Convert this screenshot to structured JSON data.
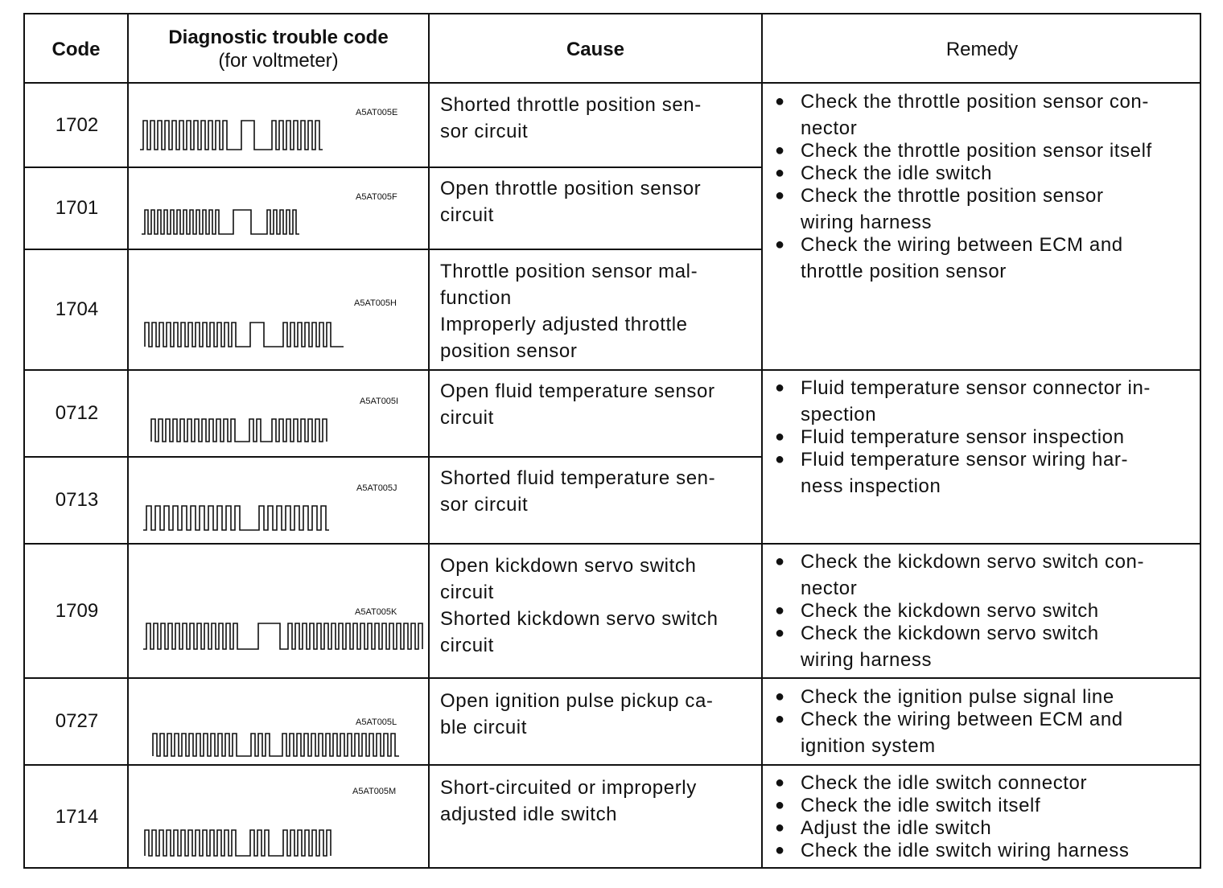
{
  "headers": {
    "code": "Code",
    "dtc_line1": "Diagnostic trouble code",
    "dtc_line2": "(for voltmeter)",
    "cause": "Cause",
    "remedy": "Remedy"
  },
  "rows": [
    {
      "code": "1702",
      "figure_id": "A5AT005E",
      "cause": [
        "Shorted throttle position sen-",
        "sor circuit"
      ]
    },
    {
      "code": "1701",
      "figure_id": "A5AT005F",
      "cause": [
        "Open throttle position sensor",
        "circuit"
      ]
    },
    {
      "code": "1704",
      "figure_id": "A5AT005H",
      "cause": [
        "Throttle position sensor mal-",
        "function",
        "Improperly adjusted throttle",
        "position sensor"
      ]
    },
    {
      "code": "0712",
      "figure_id": "A5AT005I",
      "cause": [
        "Open fluid temperature sensor",
        "circuit"
      ]
    },
    {
      "code": "0713",
      "figure_id": "A5AT005J",
      "cause": [
        "Shorted fluid temperature sen-",
        "sor circuit"
      ]
    },
    {
      "code": "1709",
      "figure_id": "A5AT005K",
      "cause": [
        "Open kickdown servo switch",
        "circuit",
        "Shorted kickdown servo switch",
        "circuit"
      ]
    },
    {
      "code": "0727",
      "figure_id": "A5AT005L",
      "cause": [
        "Open ignition pulse pickup ca-",
        "ble circuit"
      ]
    },
    {
      "code": "1714",
      "figure_id": "A5AT005M",
      "cause": [
        "Short-circuited or improperly",
        "adjusted idle switch"
      ]
    }
  ],
  "remedies": [
    {
      "items": [
        [
          "Check the throttle position sensor con-",
          "nector"
        ],
        [
          "Check the throttle position sensor itself"
        ],
        [
          "Check the idle switch"
        ],
        [
          "Check the throttle position sensor",
          "wiring harness"
        ],
        [
          "Check the wiring between ECM and",
          "throttle position sensor"
        ]
      ]
    },
    {
      "items": [
        [
          "Fluid temperature sensor connector in-",
          "spection"
        ],
        [
          "Fluid temperature sensor inspection"
        ],
        [
          "Fluid temperature sensor wiring har-",
          "ness inspection"
        ]
      ]
    },
    {
      "items": [
        [
          "Check the kickdown servo switch con-",
          "nector"
        ],
        [
          "Check the kickdown servo switch"
        ],
        [
          "Check the kickdown servo switch",
          "wiring harness"
        ]
      ]
    },
    {
      "items": [
        [
          "Check the ignition pulse signal line"
        ],
        [
          "Check the wiring between ECM and",
          "ignition system"
        ]
      ]
    },
    {
      "items": [
        [
          "Check the idle switch connector"
        ],
        [
          "Check the idle switch itself"
        ],
        [
          "Adjust the idle switch"
        ],
        [
          "Check the idle switch wiring harness"
        ]
      ]
    }
  ]
}
